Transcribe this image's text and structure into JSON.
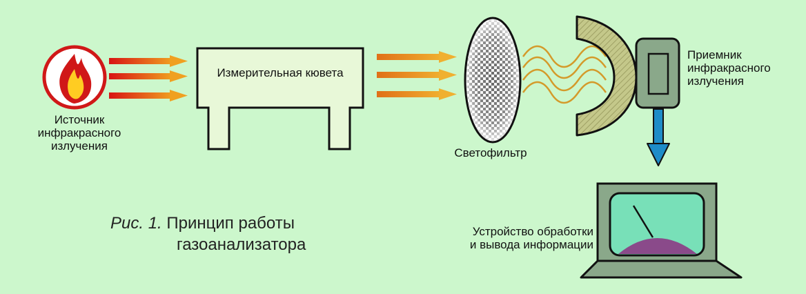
{
  "colors": {
    "background": "#ccf7cc",
    "outline": "#111111",
    "panel_fill": "#e8f8d8",
    "arrow_red": "#d81414",
    "arrow_orange": "#f0a020",
    "wave": "#d49a2a",
    "mirror_fill": "#c4c88a",
    "receiver_fill": "#8aa88a",
    "down_arrow": "#1e8cc8",
    "screen_fill": "#78e0b8",
    "gauge_fill": "#8a4a8a",
    "fire_outer": "#d01818",
    "fire_inner": "#ffcc22"
  },
  "source": {
    "icon": "fire-icon",
    "label_lines": [
      "Источник",
      "инфракрасного",
      "излучения"
    ]
  },
  "cuvette": {
    "label": "Измерительная кювета"
  },
  "filter": {
    "label": "Светофильтр"
  },
  "receiver": {
    "label_lines": [
      "Приемник",
      "инфракрасного",
      "излучения"
    ]
  },
  "processor": {
    "label_lines": [
      "Устройство обработки",
      "и вывода информации"
    ]
  },
  "caption": {
    "prefix": "Рис. 1.",
    "line1": "Принцип работы",
    "line2": "газоанализатора"
  }
}
